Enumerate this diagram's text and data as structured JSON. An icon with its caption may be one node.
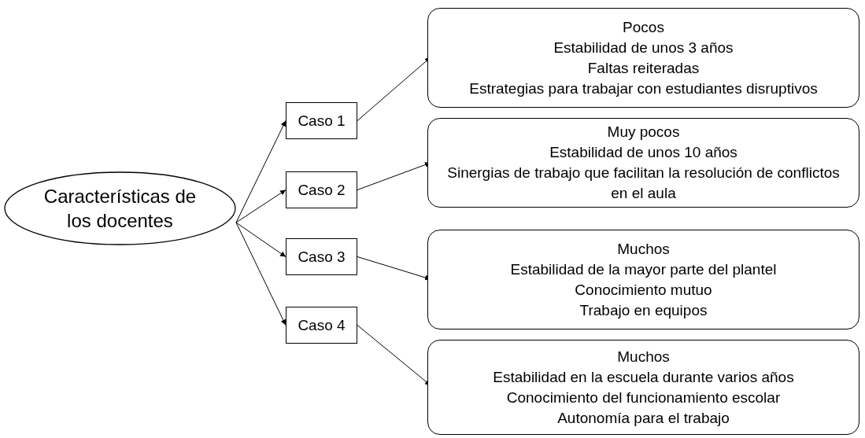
{
  "diagram": {
    "nodes": [
      {
        "text": [
          "Características de los docentes"
        ]
      },
      {
        "text": [
          "Caso 1"
        ]
      },
      {
        "text": [
          "Caso 2"
        ]
      },
      {
        "text": [
          "Caso 3"
        ]
      },
      {
        "text": [
          "Caso 4"
        ]
      },
      {
        "text": [
          "Pocos",
          "Estabilidad de unos 3 años",
          "Faltas reiteradas",
          "Estrategias para trabajar con estudiantes disruptivos"
        ]
      },
      {
        "text": [
          "Muy pocos",
          "Estabilidad de unos 10 años",
          "Sinergias de trabajo que facilitan la resolución de conflictos en el aula"
        ]
      },
      {
        "text": [
          "Muchos",
          "Estabilidad de la mayor parte del plantel",
          "Conocimiento mutuo",
          "Trabajo en equipos"
        ]
      },
      {
        "text": [
          "Muchos",
          "Estabilidad en la escuela durante varios años",
          "Conocimiento del funcionamiento escolar",
          "Autonomía para el trabajo"
        ]
      }
    ],
    "edges": [
      {
        "from": 0,
        "to": 1,
        "arrow": "to"
      },
      {
        "from": 0,
        "to": 2,
        "arrow": "to"
      },
      {
        "from": 0,
        "to": 3,
        "arrow": "to"
      },
      {
        "from": 0,
        "to": 4,
        "arrow": "to"
      },
      {
        "from": 1,
        "to": 5,
        "arrow": "to"
      },
      {
        "from": 2,
        "to": 6,
        "arrow": "to"
      },
      {
        "from": 3,
        "to": 7,
        "arrow": "to"
      },
      {
        "from": 4,
        "to": 8,
        "arrow": "to"
      }
    ]
  }
}
